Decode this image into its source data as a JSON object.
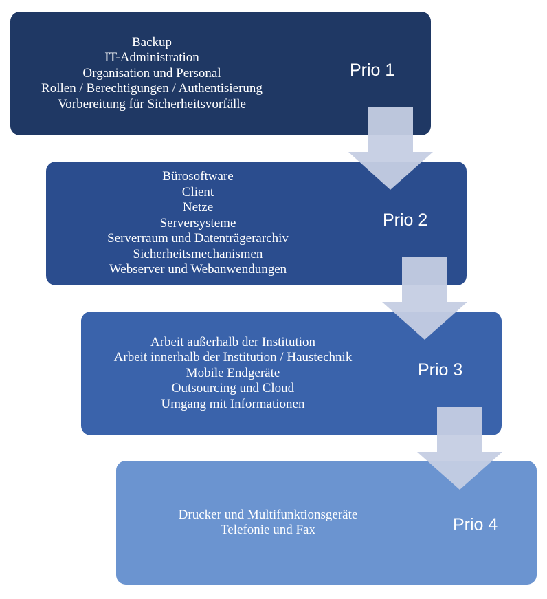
{
  "levels": [
    {
      "prio": "Prio 1",
      "items": [
        "Backup",
        "IT-Administration",
        "Organisation und Personal",
        "Rollen / Berechtigungen / Authentisierung",
        "Vorbereitung für Sicherheitsvorfälle"
      ]
    },
    {
      "prio": "Prio 2",
      "items": [
        "Bürosoftware",
        "Client",
        "Netze",
        "Serversysteme",
        "Serverraum und Datenträgerarchiv",
        "Sicherheitsmechanismen",
        "Webserver und Webanwendungen"
      ]
    },
    {
      "prio": "Prio 3",
      "items": [
        "Arbeit außerhalb der Institution",
        "Arbeit innerhalb der Institution / Haustechnik",
        "Mobile Endgeräte",
        "Outsourcing und Cloud",
        "Umgang mit Informationen"
      ]
    },
    {
      "prio": "Prio 4",
      "items": [
        "Drucker und Multifunktionsgeräte",
        "Telefonie und Fax"
      ]
    }
  ],
  "colors": {
    "level_1": "#1f3864",
    "level_2": "#2b4d8e",
    "level_3": "#3a63ab",
    "level_4": "#6b94d0",
    "arrow": "#c5cde3",
    "text": "#ffffff"
  }
}
